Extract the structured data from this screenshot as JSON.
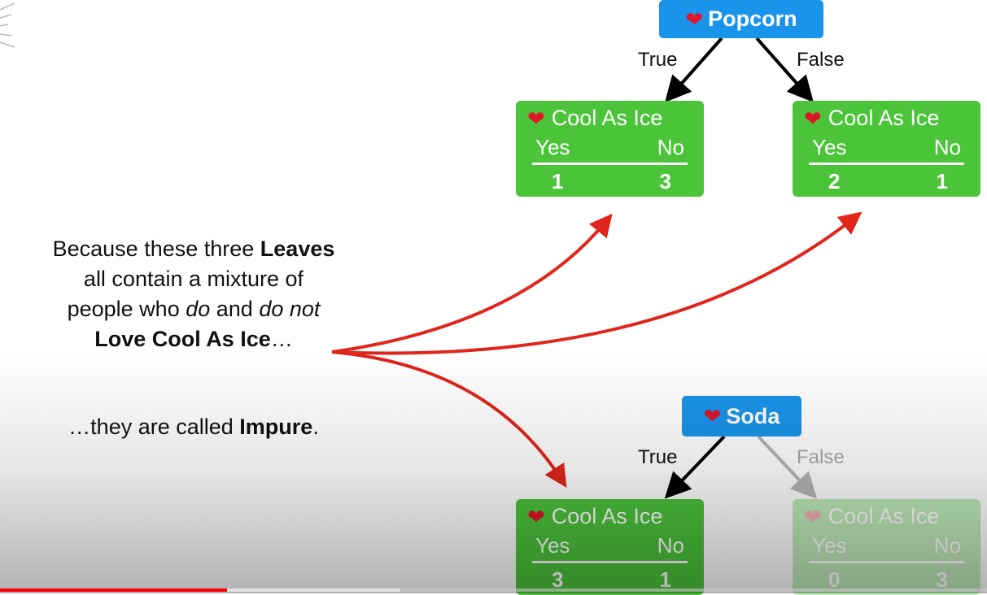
{
  "top_tree": {
    "root_label": "Popcorn",
    "true_label": "True",
    "false_label": "False",
    "left_leaf": {
      "title": "Cool As Ice",
      "yes": "Yes",
      "no": "No",
      "yes_count": "1",
      "no_count": "3"
    },
    "right_leaf": {
      "title": "Cool As Ice",
      "yes": "Yes",
      "no": "No",
      "yes_count": "2",
      "no_count": "1"
    }
  },
  "bottom_tree": {
    "root_label": "Soda",
    "true_label": "True",
    "false_label": "False",
    "left_leaf": {
      "title": "Cool As Ice",
      "yes": "Yes",
      "no": "No",
      "yes_count": "3",
      "no_count": "1"
    },
    "right_leaf": {
      "title": "Cool As Ice",
      "yes": "Yes",
      "no": "No",
      "yes_count": "0",
      "no_count": "3"
    }
  },
  "explanation": {
    "l1_a": "Because these three ",
    "l1_b": "Leaves",
    "l2": "all contain a mixture of",
    "l3_a": "people who ",
    "l3_b": "do",
    "l3_c": " and ",
    "l3_d": "do not",
    "l4_a": "Love Cool As Ice",
    "l4_b": "…",
    "l5_a": "…they are called ",
    "l5_b": "Impure",
    "l5_c": "."
  },
  "icons": {
    "heart": "heart-icon"
  },
  "colors": {
    "node_blue": "#1a94ea",
    "leaf_green": "#4bc43a",
    "arrow_red": "#e0251b",
    "heart_red": "#e0162b"
  },
  "video": {
    "progress": 0.23
  }
}
